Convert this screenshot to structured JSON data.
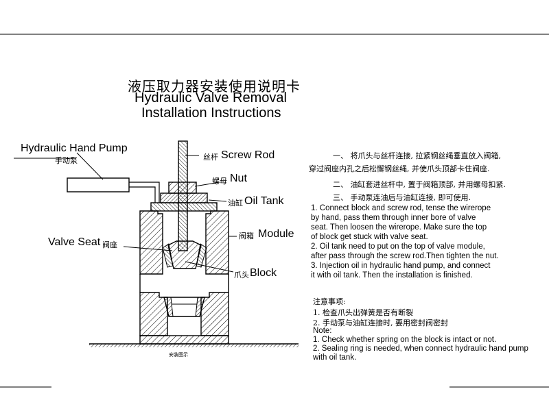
{
  "title": {
    "chinese": "液压取力器安装使用说明卡",
    "english_line1": "Hydraulic Valve Removal",
    "english_line2": "Installation Instructions"
  },
  "labels": {
    "hand_pump_en": "Hydraulic Hand Pump",
    "hand_pump_cn": "手动泵",
    "screw_rod_cn": "丝杆",
    "screw_rod_en": "Screw Rod",
    "nut_cn": "螺母",
    "nut_en": "Nut",
    "oil_tank_cn": "油缸",
    "oil_tank_en": "Oil Tank",
    "module_cn": "阀箱",
    "module_en": "Module",
    "valve_seat_en": "Valve Seat",
    "valve_seat_cn": "阀座",
    "block_cn": "爪头",
    "block_en": "Block",
    "caption": "安装图示"
  },
  "instructions_cn": [
    "一、   将爪头与丝杆连接, 拉紧钢丝绳垂直放入阀箱,",
    "穿过阀座内孔之后松懈钢丝绳, 并使爪头顶部卡住阀座.",
    "二、   油缸套进丝杆中, 置于阀箱顶部, 并用螺母扣紧.",
    "三、   手动泵连油后与油缸连接,     即可使用."
  ],
  "instructions_en": [
    "1. Connect block and screw rod, tense the wirerope",
    "by hand, pass them through inner bore of valve",
    " seat. Then loosen the wirerope. Make sure the top",
    "of block get stuck with valve seat.",
    "2. Oil tank need to put on the top of valve module,",
    "after pass through the screw rod.Then tighten the nut.",
    "3. Injection oil in hydraulic hand pump, and connect",
    "it with oil tank. Then the installation is finished."
  ],
  "notes_cn": [
    "注意事项:",
    "1. 检查爪头出弹簧是否有断裂",
    "2. 手动泵与油缸连接时, 要用密封阀密封"
  ],
  "notes_en": [
    "Note:",
    "1. Check whether spring on the block is intact or not.",
    "2. Sealing ring is needed, when connect hydraulic hand pump",
    "with oil tank."
  ]
}
